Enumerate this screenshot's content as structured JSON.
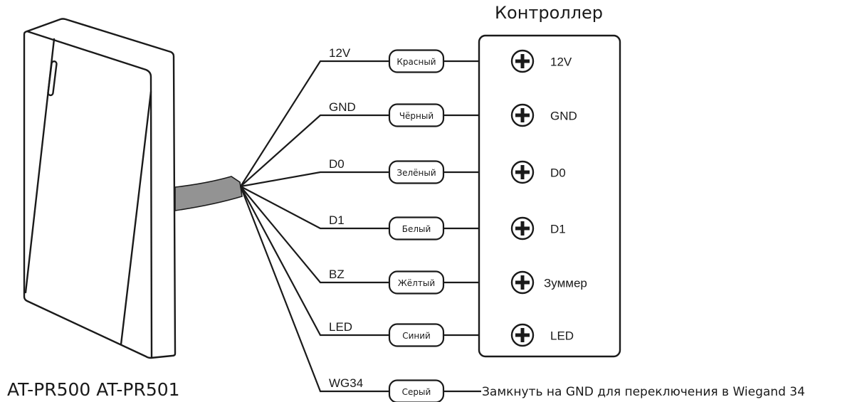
{
  "device": {
    "model_label": "AT-PR500 AT-PR501",
    "cable_color": "#939393"
  },
  "controller": {
    "title": "Контроллер"
  },
  "wires": [
    {
      "signal": "12V",
      "color_label": "Красный",
      "terminal": "12V"
    },
    {
      "signal": "GND",
      "color_label": "Чёрный",
      "terminal": "GND"
    },
    {
      "signal": "D0",
      "color_label": "Зелёный",
      "terminal": "D0"
    },
    {
      "signal": "D1",
      "color_label": "Белый",
      "terminal": "D1"
    },
    {
      "signal": "BZ",
      "color_label": "Жёлтый",
      "terminal": "Зуммер"
    },
    {
      "signal": "LED",
      "color_label": "Синий",
      "terminal": "LED"
    },
    {
      "signal": "WG34",
      "color_label": "Серый",
      "terminal": null
    }
  ],
  "note": "Замкнуть на GND для переключения в Wiegand 34",
  "icons": {
    "terminal": "screw-terminal-icon"
  }
}
